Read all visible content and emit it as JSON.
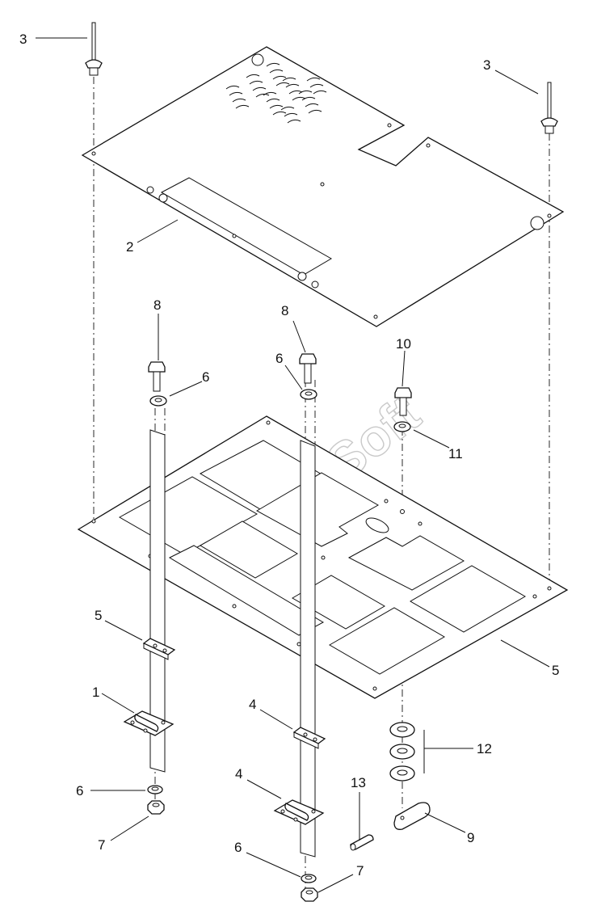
{
  "watermark": "AutoSoft",
  "callouts": [
    {
      "id": "c3a",
      "label": "3"
    },
    {
      "id": "c3b",
      "label": "3"
    },
    {
      "id": "c2",
      "label": "2"
    },
    {
      "id": "c8a",
      "label": "8"
    },
    {
      "id": "c8b",
      "label": "8"
    },
    {
      "id": "c6a",
      "label": "6"
    },
    {
      "id": "c6b",
      "label": "6"
    },
    {
      "id": "c10",
      "label": "10"
    },
    {
      "id": "c11",
      "label": "11"
    },
    {
      "id": "c5a",
      "label": "5"
    },
    {
      "id": "c5b",
      "label": "5"
    },
    {
      "id": "c1",
      "label": "1"
    },
    {
      "id": "c4a",
      "label": "4"
    },
    {
      "id": "c4b",
      "label": "4"
    },
    {
      "id": "c12",
      "label": "12"
    },
    {
      "id": "c6c",
      "label": "6"
    },
    {
      "id": "c6d",
      "label": "6"
    },
    {
      "id": "c13",
      "label": "13"
    },
    {
      "id": "c7a",
      "label": "7"
    },
    {
      "id": "c7b",
      "label": "7"
    },
    {
      "id": "c9",
      "label": "9"
    }
  ]
}
